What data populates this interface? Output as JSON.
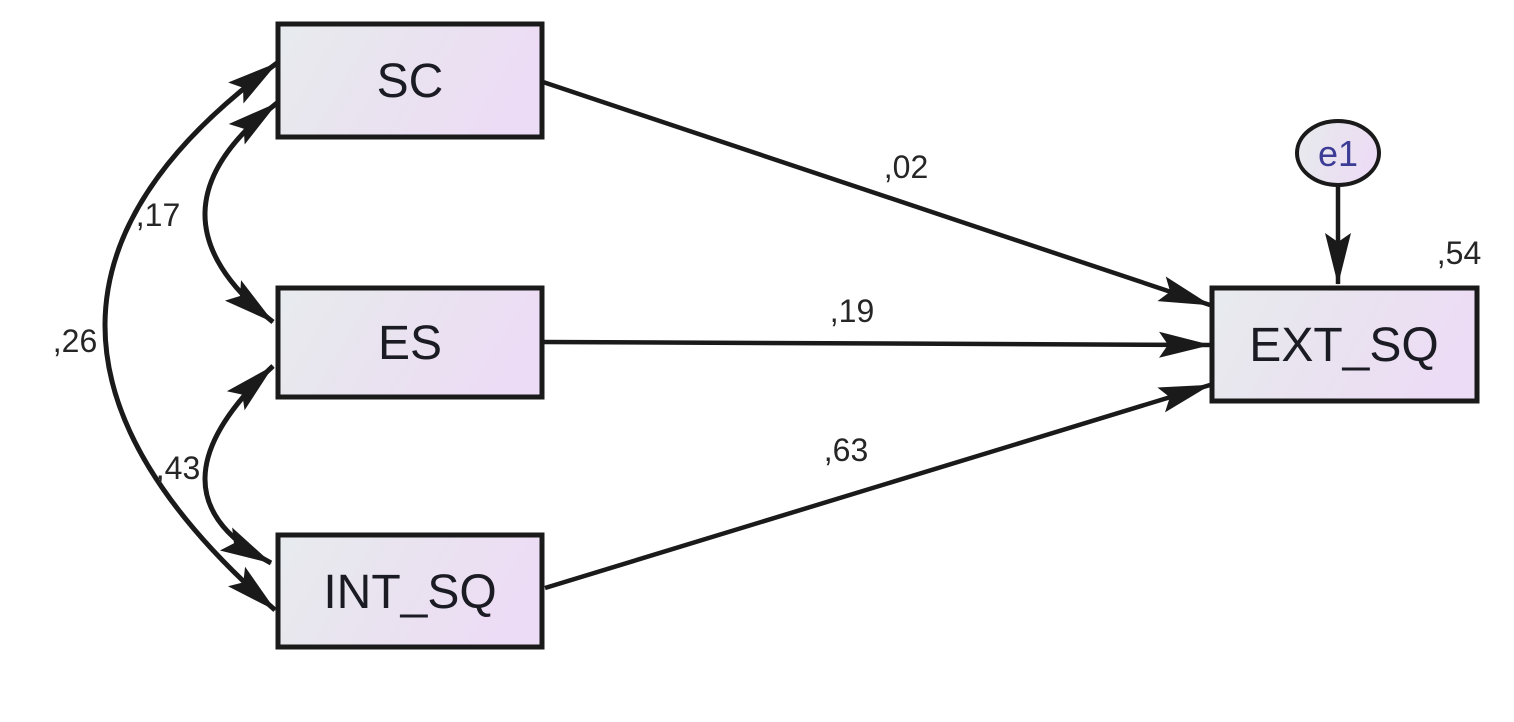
{
  "model": {
    "exogenous": [
      {
        "id": "SC",
        "label": "SC"
      },
      {
        "id": "ES",
        "label": "ES"
      },
      {
        "id": "INT_SQ",
        "label": "INT_SQ"
      }
    ],
    "endogenous": {
      "label": "EXT_SQ",
      "r_squared": ",54"
    },
    "error_term": {
      "label": "e1"
    },
    "regressions": [
      {
        "from": "SC",
        "to": "EXT_SQ",
        "weight": ",02"
      },
      {
        "from": "ES",
        "to": "EXT_SQ",
        "weight": ",19"
      },
      {
        "from": "INT_SQ",
        "to": "EXT_SQ",
        "weight": ",63"
      }
    ],
    "covariances": [
      {
        "between": "SC",
        "and": "ES",
        "value": ",17"
      },
      {
        "between": "SC",
        "and": "INT_SQ",
        "value": ",26"
      },
      {
        "between": "ES",
        "and": "INT_SQ",
        "value": ",43"
      }
    ],
    "colors": {
      "background": "#ffffff",
      "stroke": "#1a1a1a",
      "box_fill_start": "#e7ebee",
      "box_fill_mid": "#e9e3ef",
      "box_fill_end": "#eddcf5",
      "node_text": "#1b1b24",
      "coef_text": "#262626",
      "error_text": "#3c3c96"
    }
  }
}
